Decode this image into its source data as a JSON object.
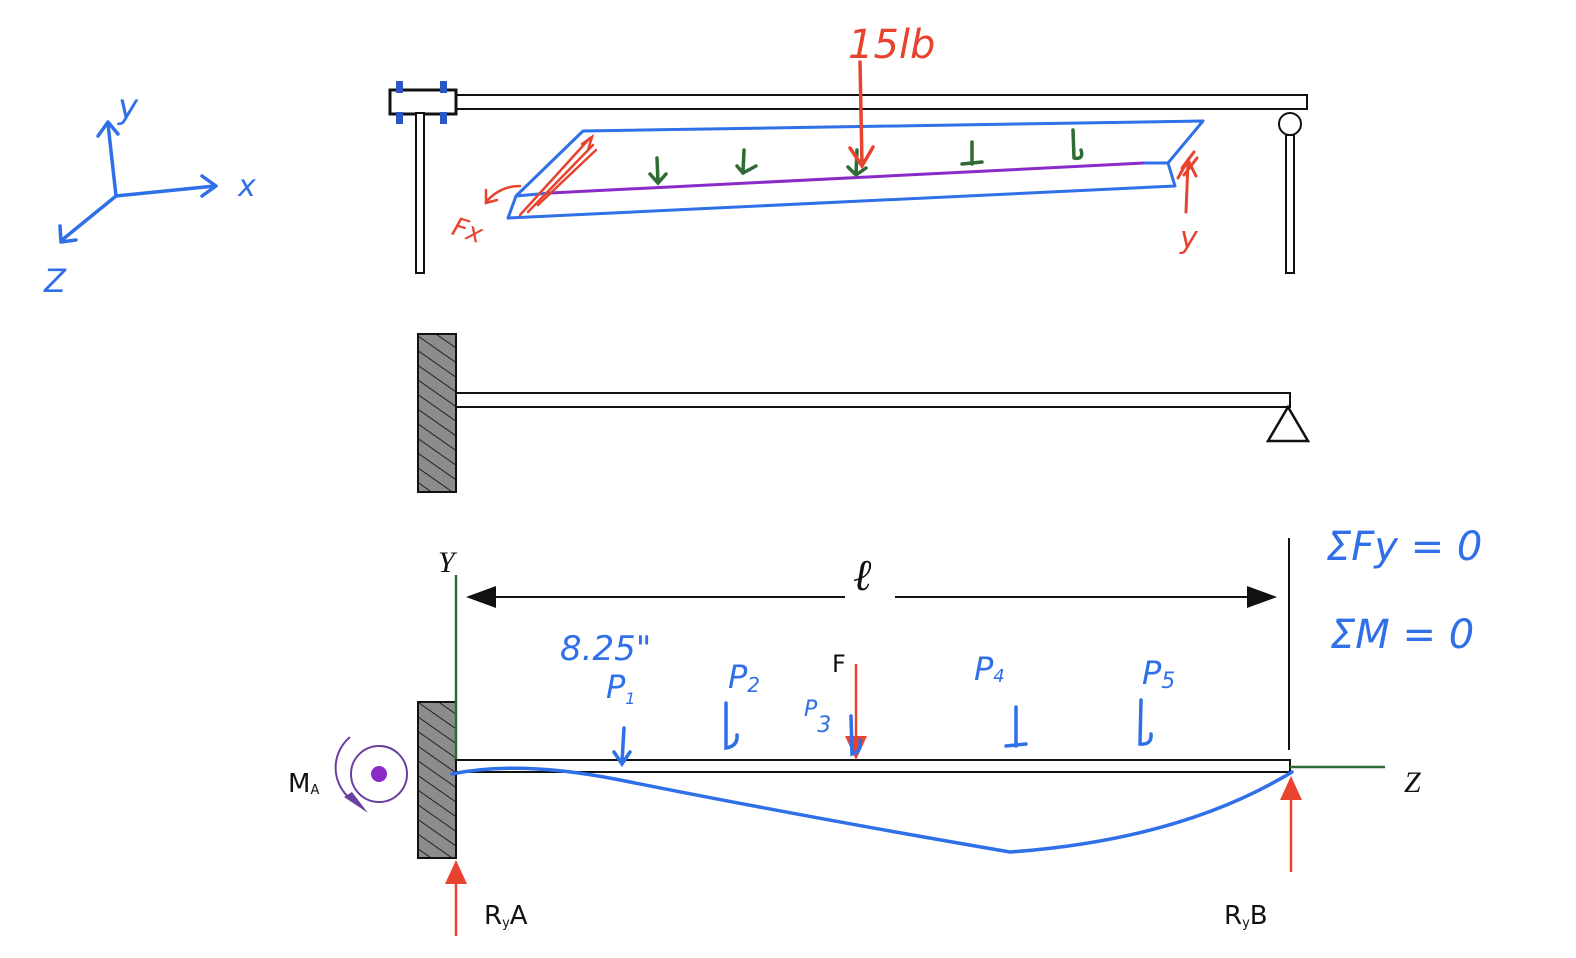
{
  "colors": {
    "ink": "#111111",
    "hand_blue": "#2f6fe8",
    "hand_red": "#e8432f",
    "hand_green": "#2e6b35",
    "hand_purple": "#8a2bc8",
    "axis_green": "#2f6b35",
    "moment_purple": "#6a3fa0",
    "wall_fill": "#8c8c8c"
  },
  "icons": [
    "coordinate-axes-icon",
    "pin-support-icon",
    "triangle-support-icon",
    "wall-hatch-icon",
    "moment-arrow-icon",
    "out-of-plane-dot-icon"
  ],
  "triad": {
    "y_label": "y",
    "x_label": "x",
    "z_label": "Z"
  },
  "top_sketch": {
    "load_label": "15lb",
    "fx_label": "Fx",
    "y_label": "y"
  },
  "beam_diagram": {
    "y_axis_label": "Y",
    "z_axis_label": "Z",
    "length_label": "ℓ",
    "dimension_label": "8.25\"",
    "force_label": "F",
    "moment_label_main": "M",
    "moment_label_sub": "A",
    "reaction_a_main": "R",
    "reaction_a_sub": "y",
    "reaction_a_end": "A",
    "reaction_b_main": "R",
    "reaction_b_sub": "y",
    "reaction_b_end": "B",
    "load_points": [
      {
        "main": "P",
        "sub": "1"
      },
      {
        "main": "P",
        "sub": "2"
      },
      {
        "main": "P",
        "sub": "3"
      },
      {
        "main": "P",
        "sub": "4"
      },
      {
        "main": "P",
        "sub": "5"
      }
    ]
  },
  "equations": {
    "sum_fy": "ΣFy = 0",
    "sum_m": "ΣM = 0"
  }
}
